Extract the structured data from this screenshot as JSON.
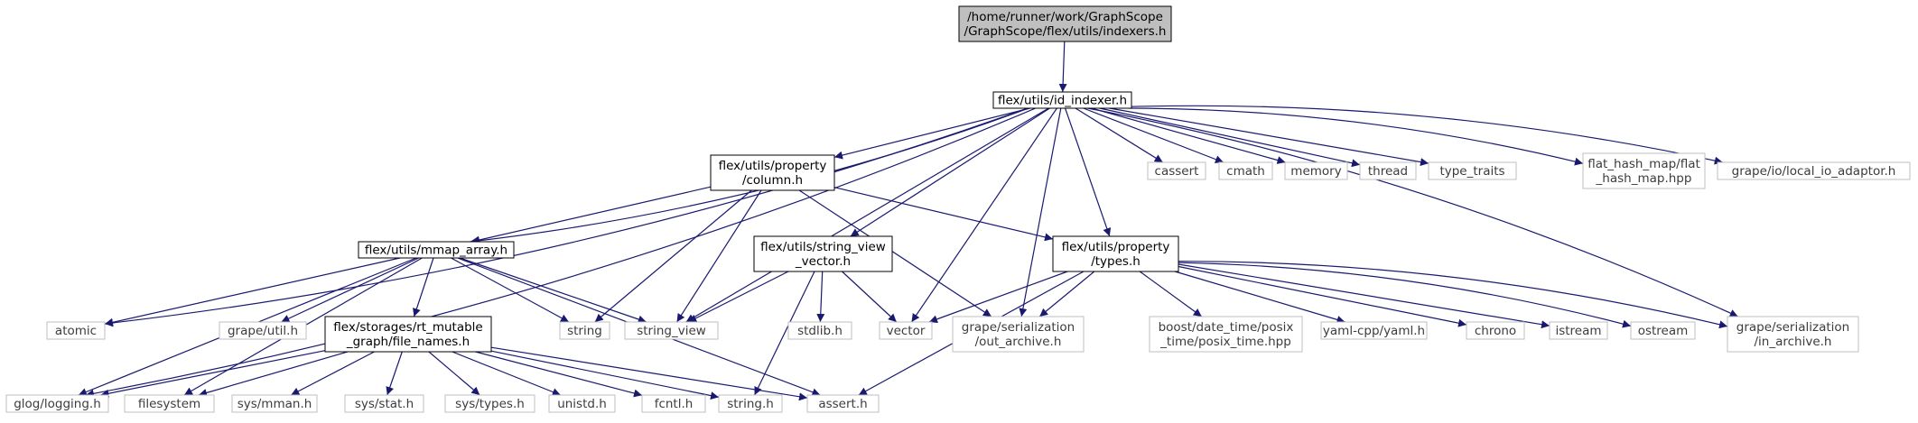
{
  "graph": {
    "title": "/home/runner/work/GraphScope/GraphScope/flex/utils/indexers.h",
    "nodes": [
      {
        "id": "root",
        "lines": [
          "/home/runner/work/GraphScope",
          "/GraphScope/flex/utils/indexers.h"
        ],
        "kind": "root"
      },
      {
        "id": "id_indexer",
        "lines": [
          "flex/utils/id_indexer.h"
        ],
        "kind": "local"
      },
      {
        "id": "column",
        "lines": [
          "flex/utils/property",
          "/column.h"
        ],
        "kind": "local"
      },
      {
        "id": "cassert",
        "lines": [
          "cassert"
        ],
        "kind": "external"
      },
      {
        "id": "cmath",
        "lines": [
          "cmath"
        ],
        "kind": "external"
      },
      {
        "id": "memory",
        "lines": [
          "memory"
        ],
        "kind": "external"
      },
      {
        "id": "thread",
        "lines": [
          "thread"
        ],
        "kind": "external"
      },
      {
        "id": "type_traits",
        "lines": [
          "type_traits"
        ],
        "kind": "external"
      },
      {
        "id": "flat_hash_map",
        "lines": [
          "flat_hash_map/flat",
          "_hash_map.hpp"
        ],
        "kind": "external"
      },
      {
        "id": "local_io",
        "lines": [
          "grape/io/local_io_adaptor.h"
        ],
        "kind": "external"
      },
      {
        "id": "mmap_array",
        "lines": [
          "flex/utils/mmap_array.h"
        ],
        "kind": "local"
      },
      {
        "id": "svv",
        "lines": [
          "flex/utils/string_view",
          "_vector.h"
        ],
        "kind": "local"
      },
      {
        "id": "types",
        "lines": [
          "flex/utils/property",
          "/types.h"
        ],
        "kind": "local"
      },
      {
        "id": "atomic",
        "lines": [
          "atomic"
        ],
        "kind": "external"
      },
      {
        "id": "grape_util",
        "lines": [
          "grape/util.h"
        ],
        "kind": "external"
      },
      {
        "id": "file_names",
        "lines": [
          "flex/storages/rt_mutable",
          "_graph/file_names.h"
        ],
        "kind": "local"
      },
      {
        "id": "string",
        "lines": [
          "string"
        ],
        "kind": "external"
      },
      {
        "id": "string_view",
        "lines": [
          "string_view"
        ],
        "kind": "external"
      },
      {
        "id": "stdlib",
        "lines": [
          "stdlib.h"
        ],
        "kind": "external"
      },
      {
        "id": "vector",
        "lines": [
          "vector"
        ],
        "kind": "external"
      },
      {
        "id": "out_archive",
        "lines": [
          "grape/serialization",
          "/out_archive.h"
        ],
        "kind": "external"
      },
      {
        "id": "posix_time",
        "lines": [
          "boost/date_time/posix",
          "_time/posix_time.hpp"
        ],
        "kind": "external"
      },
      {
        "id": "yaml",
        "lines": [
          "yaml-cpp/yaml.h"
        ],
        "kind": "external"
      },
      {
        "id": "chrono",
        "lines": [
          "chrono"
        ],
        "kind": "external"
      },
      {
        "id": "istream",
        "lines": [
          "istream"
        ],
        "kind": "external"
      },
      {
        "id": "ostream",
        "lines": [
          "ostream"
        ],
        "kind": "external"
      },
      {
        "id": "in_archive",
        "lines": [
          "grape/serialization",
          "/in_archive.h"
        ],
        "kind": "external"
      },
      {
        "id": "glog",
        "lines": [
          "glog/logging.h"
        ],
        "kind": "external"
      },
      {
        "id": "filesystem",
        "lines": [
          "filesystem"
        ],
        "kind": "external"
      },
      {
        "id": "sys_mman",
        "lines": [
          "sys/mman.h"
        ],
        "kind": "external"
      },
      {
        "id": "sys_stat",
        "lines": [
          "sys/stat.h"
        ],
        "kind": "external"
      },
      {
        "id": "sys_types",
        "lines": [
          "sys/types.h"
        ],
        "kind": "external"
      },
      {
        "id": "unistd",
        "lines": [
          "unistd.h"
        ],
        "kind": "external"
      },
      {
        "id": "fcntl",
        "lines": [
          "fcntl.h"
        ],
        "kind": "external"
      },
      {
        "id": "string_h",
        "lines": [
          "string.h"
        ],
        "kind": "external"
      },
      {
        "id": "assert",
        "lines": [
          "assert.h"
        ],
        "kind": "external"
      }
    ],
    "edges": [
      [
        "root",
        "id_indexer"
      ],
      [
        "id_indexer",
        "column"
      ],
      [
        "id_indexer",
        "cassert"
      ],
      [
        "id_indexer",
        "cmath"
      ],
      [
        "id_indexer",
        "memory"
      ],
      [
        "id_indexer",
        "thread"
      ],
      [
        "id_indexer",
        "type_traits"
      ],
      [
        "id_indexer",
        "flat_hash_map"
      ],
      [
        "id_indexer",
        "local_io"
      ],
      [
        "id_indexer",
        "mmap_array"
      ],
      [
        "id_indexer",
        "svv"
      ],
      [
        "id_indexer",
        "types"
      ],
      [
        "id_indexer",
        "atomic"
      ],
      [
        "id_indexer",
        "string_view"
      ],
      [
        "id_indexer",
        "vector"
      ],
      [
        "id_indexer",
        "out_archive"
      ],
      [
        "id_indexer",
        "in_archive"
      ],
      [
        "id_indexer",
        "glog"
      ],
      [
        "column",
        "mmap_array"
      ],
      [
        "column",
        "types"
      ],
      [
        "column",
        "string"
      ],
      [
        "column",
        "string_view"
      ],
      [
        "column",
        "out_archive"
      ],
      [
        "mmap_array",
        "atomic"
      ],
      [
        "mmap_array",
        "grape_util"
      ],
      [
        "mmap_array",
        "file_names"
      ],
      [
        "mmap_array",
        "string"
      ],
      [
        "mmap_array",
        "string_view"
      ],
      [
        "mmap_array",
        "glog"
      ],
      [
        "mmap_array",
        "filesystem"
      ],
      [
        "mmap_array",
        "assert"
      ],
      [
        "svv",
        "string_view"
      ],
      [
        "svv",
        "stdlib"
      ],
      [
        "svv",
        "vector"
      ],
      [
        "svv",
        "string_h"
      ],
      [
        "types",
        "vector"
      ],
      [
        "types",
        "out_archive"
      ],
      [
        "types",
        "posix_time"
      ],
      [
        "types",
        "yaml"
      ],
      [
        "types",
        "chrono"
      ],
      [
        "types",
        "istream"
      ],
      [
        "types",
        "ostream"
      ],
      [
        "types",
        "in_archive"
      ],
      [
        "types",
        "assert"
      ],
      [
        "file_names",
        "glog"
      ],
      [
        "file_names",
        "filesystem"
      ],
      [
        "file_names",
        "sys_mman"
      ],
      [
        "file_names",
        "sys_stat"
      ],
      [
        "file_names",
        "sys_types"
      ],
      [
        "file_names",
        "unistd"
      ],
      [
        "file_names",
        "fcntl"
      ],
      [
        "file_names",
        "string_h"
      ],
      [
        "file_names",
        "assert"
      ]
    ],
    "colors": {
      "edge": "#191970",
      "root_fill": "#bfbfbf",
      "local_border": "#000000",
      "external_border": "#bfbfbf",
      "node_fill": "#ffffff"
    }
  }
}
